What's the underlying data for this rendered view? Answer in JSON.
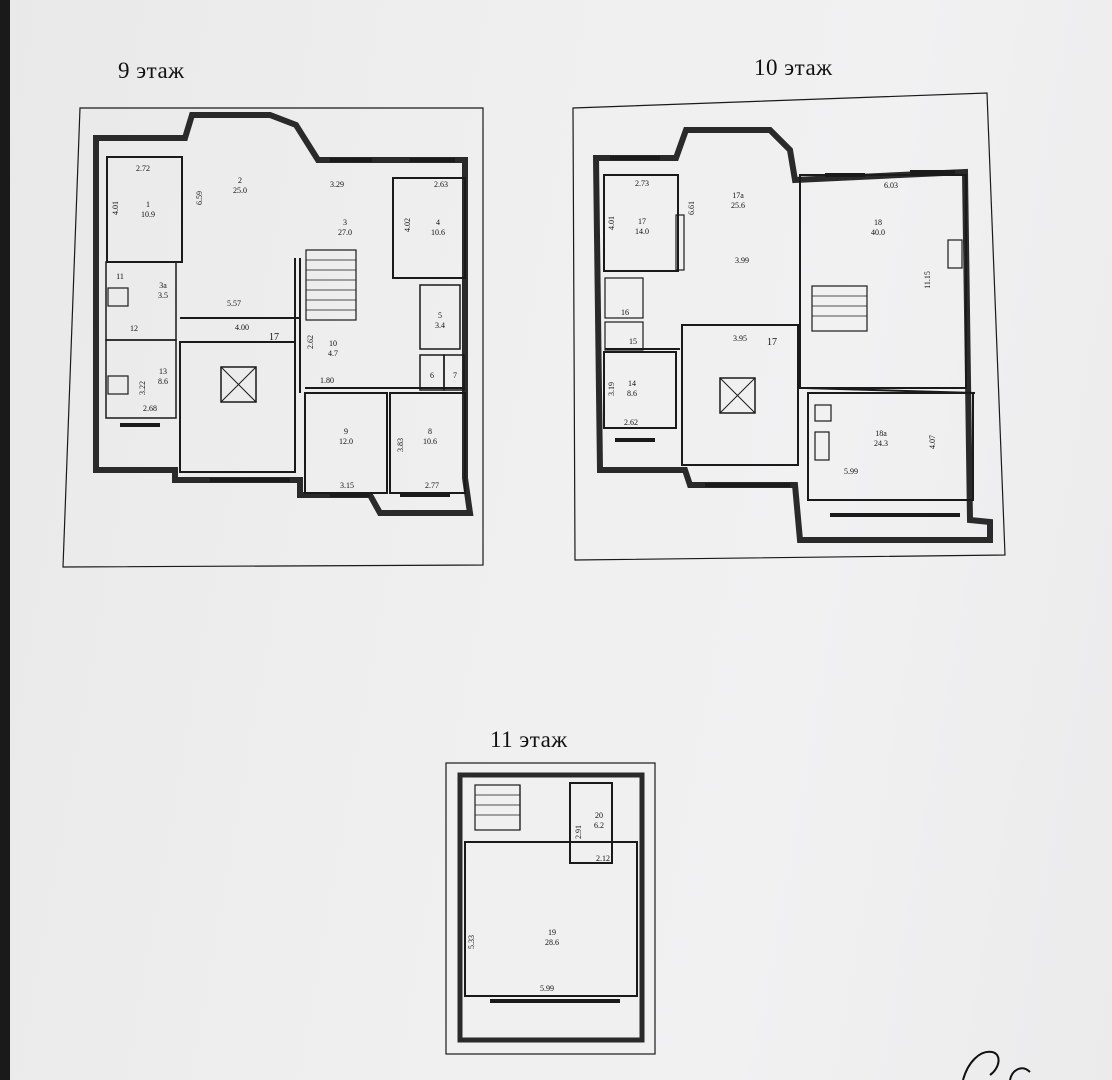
{
  "floors": [
    {
      "id": "floor9",
      "title": "9 этаж",
      "rooms": [
        {
          "num": "1",
          "area": "10.9"
        },
        {
          "num": "2",
          "area": "25.0"
        },
        {
          "num": "3",
          "area": "27.0"
        },
        {
          "num": "4",
          "area": "10.6"
        },
        {
          "num": "3a",
          "area": "3.5"
        },
        {
          "num": "5",
          "area": "3.4"
        },
        {
          "num": "10",
          "area": "4.7"
        },
        {
          "num": "13",
          "area": "8.6"
        },
        {
          "num": "9",
          "area": "12.0"
        },
        {
          "num": "8",
          "area": "10.6"
        }
      ],
      "labels": [
        "11",
        "12",
        "17",
        "6",
        "7"
      ],
      "dimensions": [
        "2.72",
        "4.01",
        "6.59",
        "3.29",
        "2.63",
        "4.02",
        "5.57",
        "4.00",
        "2.62",
        "1.80",
        "3.22",
        "2.68",
        "3.83",
        "3.15",
        "2.77"
      ]
    },
    {
      "id": "floor10",
      "title": "10 этаж",
      "rooms": [
        {
          "num": "17",
          "area": "14.0"
        },
        {
          "num": "17a",
          "area": "25.6"
        },
        {
          "num": "18",
          "area": "40.0"
        },
        {
          "num": "14",
          "area": "8.6"
        },
        {
          "num": "18a",
          "area": "24.3"
        }
      ],
      "labels": [
        "16",
        "15",
        "17"
      ],
      "dimensions": [
        "2.73",
        "4.01",
        "6.61",
        "3.99",
        "6.03",
        "11.15",
        "3.95",
        "3.19",
        "2.62",
        "4.07",
        "5.99"
      ]
    },
    {
      "id": "floor11",
      "title": "11 этаж",
      "rooms": [
        {
          "num": "20",
          "area": "6.2"
        },
        {
          "num": "19",
          "area": "28.6"
        }
      ],
      "labels": [],
      "dimensions": [
        "2.91",
        "2.12",
        "5.33",
        "5.99"
      ]
    }
  ]
}
